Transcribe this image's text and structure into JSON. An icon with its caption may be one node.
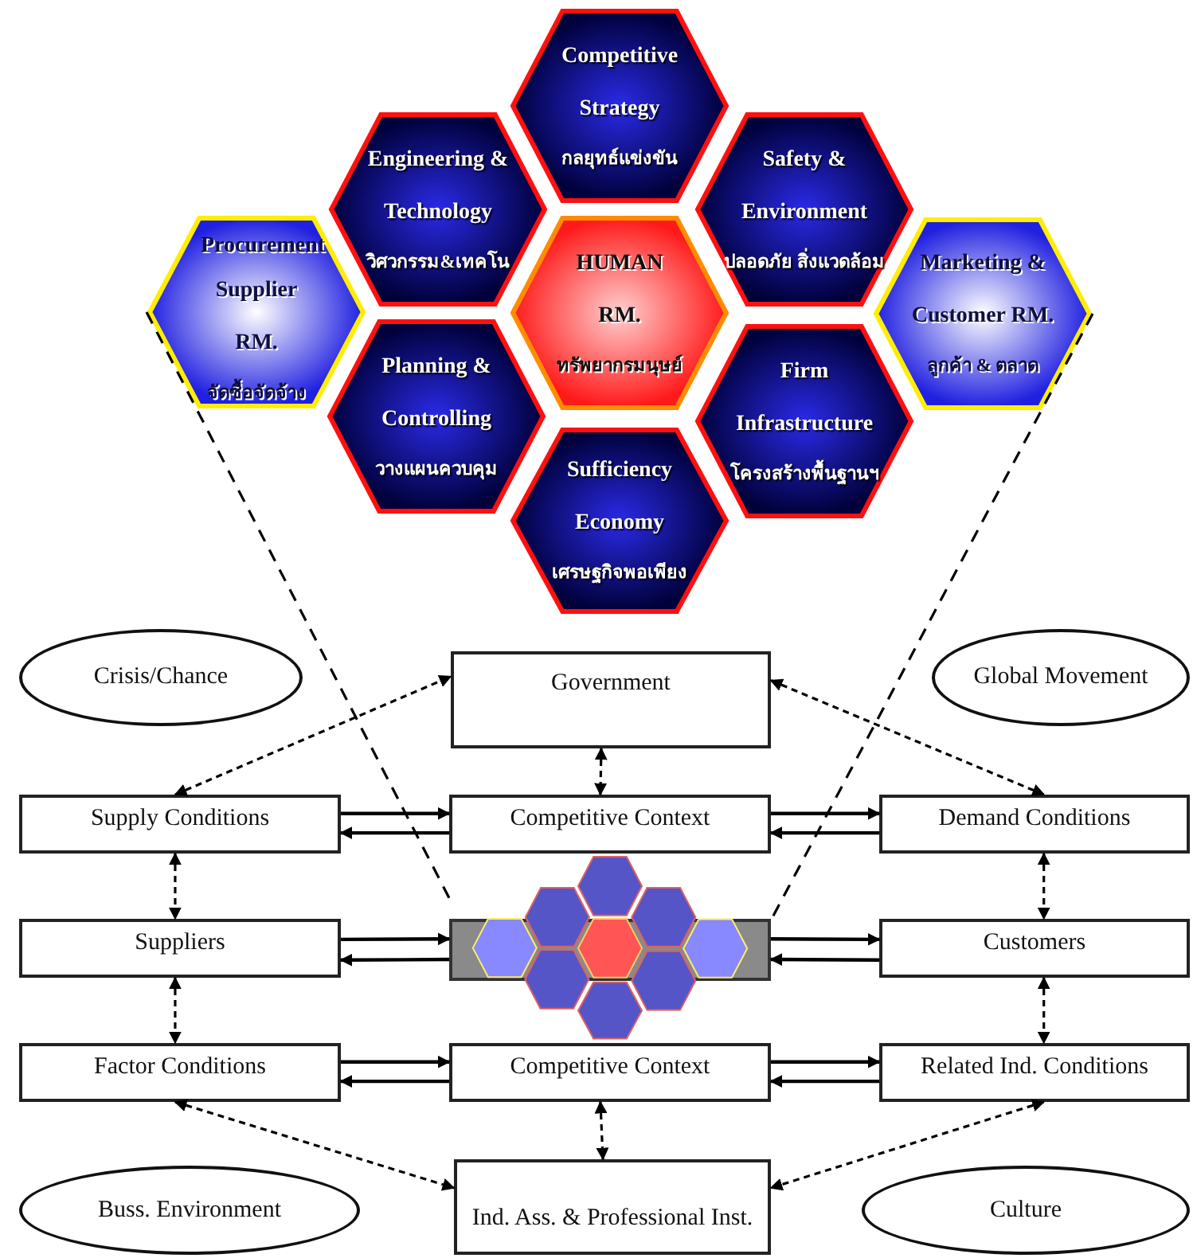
{
  "diagram": {
    "nodes": [
      {
        "text": [
          "Competitive Strategy",
          "กลยุทธ์แข่งขัน"
        ]
      },
      {
        "text": [
          "Engineering & Technology",
          "วิศวกรรม&เทคโน"
        ]
      },
      {
        "text": [
          "Safety & Environment",
          "ปลอดภัย สิ่งแวดล้อม"
        ]
      },
      {
        "text": [
          "Procurement",
          "Supplier RM.",
          "จัดซื้อจัดจ้าง"
        ]
      },
      {
        "text": [
          "HUMAN RM.",
          "ทรัพยากรมนุษย์"
        ]
      },
      {
        "text": [
          "Marketing & Customer RM.",
          "ลูกค้า & ตลาด"
        ]
      },
      {
        "text": [
          "Planning & Controlling",
          "วางแผนควบคุม"
        ]
      },
      {
        "text": [
          "Firm Infrastructure",
          "โครงสร้างพื้นฐานฯ"
        ]
      },
      {
        "text": [
          "Sufficiency Economy",
          "เศรษฐกิจพอเพียง"
        ]
      },
      {
        "text": [
          "Crisis/Chance"
        ]
      },
      {
        "text": [
          "Government"
        ]
      },
      {
        "text": [
          "Global Movement"
        ]
      },
      {
        "text": [
          "Supply Conditions"
        ]
      },
      {
        "text": [
          "Competitive Context"
        ]
      },
      {
        "text": [
          "Demand Conditions"
        ]
      },
      {
        "text": [
          "Suppliers"
        ]
      },
      {
        "text": [],
        "shape": "box"
      },
      {
        "text": [
          "Customers"
        ]
      },
      {
        "text": [
          "Factor Conditions"
        ]
      },
      {
        "text": [
          "Competitive Context"
        ]
      },
      {
        "text": [
          "Related Ind. Conditions"
        ]
      },
      {
        "text": [
          "Buss. Environment"
        ]
      },
      {
        "text": [
          "Ind. Ass. & Professional Inst."
        ]
      },
      {
        "text": [
          "Culture"
        ]
      }
    ],
    "edges": [
      {
        "from": 12,
        "to": 13,
        "arrow": "to"
      },
      {
        "from": 13,
        "to": 12,
        "arrow": "to"
      },
      {
        "from": 13,
        "to": 14,
        "arrow": "to"
      },
      {
        "from": 14,
        "to": 13,
        "arrow": "to"
      },
      {
        "from": 15,
        "to": 16,
        "arrow": "to"
      },
      {
        "from": 16,
        "to": 15,
        "arrow": "to"
      },
      {
        "from": 16,
        "to": 17,
        "arrow": "to"
      },
      {
        "from": 17,
        "to": 16,
        "arrow": "to"
      },
      {
        "from": 18,
        "to": 19,
        "arrow": "to"
      },
      {
        "from": 19,
        "to": 18,
        "arrow": "to"
      },
      {
        "from": 19,
        "to": 20,
        "arrow": "to"
      },
      {
        "from": 20,
        "to": 19,
        "arrow": "to"
      },
      {
        "from": 10,
        "to": 13,
        "arrow": "both",
        "style": "dashed"
      },
      {
        "from": 19,
        "to": 22,
        "arrow": "both",
        "style": "dashed"
      },
      {
        "from": 12,
        "to": 15,
        "arrow": "both",
        "style": "dashed"
      },
      {
        "from": 15,
        "to": 18,
        "arrow": "both",
        "style": "dashed"
      },
      {
        "from": 14,
        "to": 17,
        "arrow": "both",
        "style": "dashed"
      },
      {
        "from": 17,
        "to": 20,
        "arrow": "both",
        "style": "dashed"
      },
      {
        "from": 12,
        "to": 10,
        "arrow": "both",
        "style": "dashed"
      },
      {
        "from": 10,
        "to": 14,
        "arrow": "both",
        "style": "dashed"
      },
      {
        "from": 18,
        "to": 22,
        "arrow": "both",
        "style": "dashed"
      },
      {
        "from": 20,
        "to": 22,
        "arrow": "both",
        "style": "dashed"
      },
      {
        "from": 3,
        "to": 16,
        "arrow": "none",
        "style": "dashed"
      },
      {
        "from": 5,
        "to": 16,
        "arrow": "none",
        "style": "dashed"
      }
    ]
  }
}
